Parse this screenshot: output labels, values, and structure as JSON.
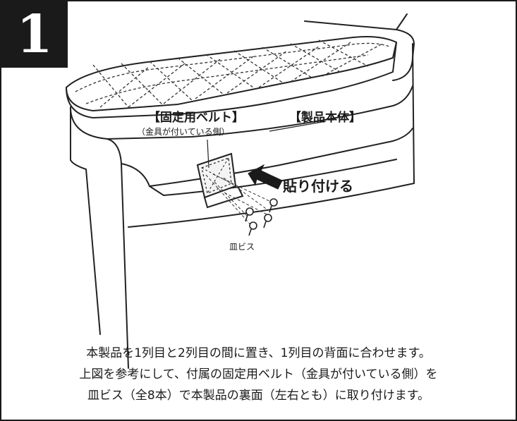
{
  "step_number": "1",
  "labels": {
    "belt": "【固定用ベルト】",
    "belt_sub": "（金具が付いている側）",
    "product": "【製品本体】",
    "attach": "貼り付ける",
    "screw": "皿ビス"
  },
  "instructions": [
    "本製品を1列目と2列目の間に置き、1列目の背面に合わせます。",
    "上図を参考にして、付属の固定用ベルト（金具が付いている側）を",
    "皿ビス（全8本）で本製品の裏面（左右とも）に取り付けます。"
  ]
}
